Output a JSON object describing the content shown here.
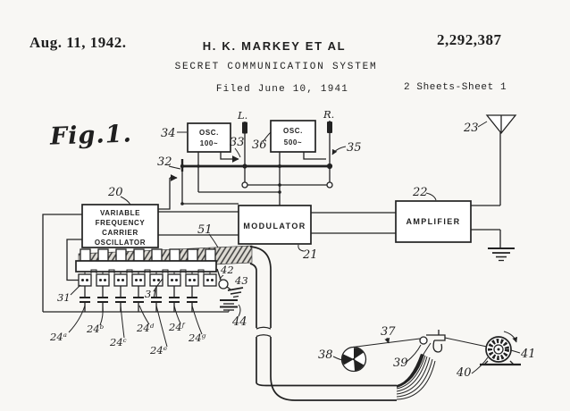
{
  "colors": {
    "paper": "#f8f7f4",
    "ink": "#1f1f1f"
  },
  "header": {
    "date": "Aug. 11, 1942.",
    "inventor": "H. K. MARKEY ET AL",
    "patent_number": "2,292,387",
    "title": "SECRET COMMUNICATION SYSTEM",
    "filed": "Filed June 10, 1941",
    "sheet": "2 Sheets-Sheet 1"
  },
  "figure": {
    "label": "Fig.1."
  },
  "components": {
    "osc_left": {
      "line1": "OSC.",
      "line2": "100~"
    },
    "osc_right": {
      "line1": "OSC.",
      "line2": "500~"
    },
    "vfo": {
      "line1": "VARIABLE",
      "line2": "FREQUENCY",
      "line3": "CARRIER",
      "line4": "OSCILLATOR"
    },
    "modulator": {
      "label": "MODULATOR"
    },
    "amplifier": {
      "label": "AMPLIFIER"
    }
  },
  "refs": {
    "r20": "20",
    "r21": "21",
    "r22": "22",
    "r23": "23",
    "r31_left": "31",
    "r31_mid": "31",
    "r32": "32",
    "r33": "33",
    "r34": "34",
    "r35": "35",
    "r36": "36",
    "r37": "37",
    "r38": "38",
    "r39": "39",
    "r40": "40",
    "r41": "41",
    "r42": "42",
    "r43": "43",
    "r44": "44",
    "r51": "51",
    "relay_left": "L.",
    "relay_right": "R.",
    "cap_a": "24ᵃ",
    "cap_b": "24ᵇ",
    "cap_c": "24ᶜ",
    "cap_d": "24ᵈ",
    "cap_e": "24ᵉ",
    "cap_f": "24ᶠ",
    "cap_g": "24ᵍ"
  }
}
